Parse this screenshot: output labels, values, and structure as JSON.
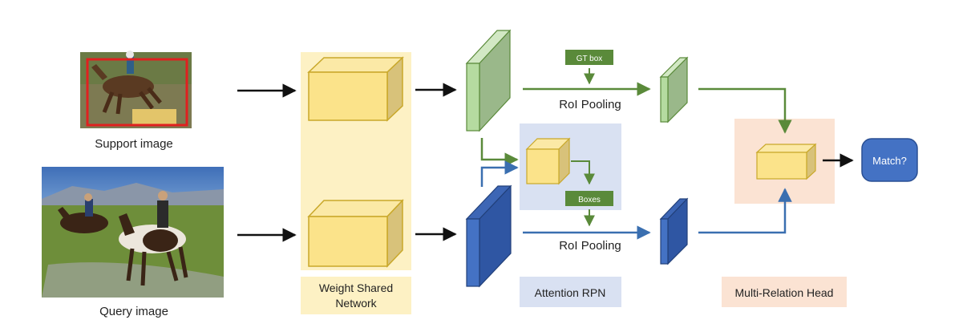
{
  "images": {
    "support": {
      "caption": "Support image"
    },
    "query": {
      "caption": "Query image"
    }
  },
  "modules": {
    "backbone": {
      "label_line1": "Weight Shared",
      "label_line2": "Network"
    },
    "rpn": {
      "label": "Attention RPN"
    },
    "head": {
      "label": "Multi-Relation Head"
    }
  },
  "ops": {
    "gt_box": "GT box",
    "boxes": "Boxes",
    "roi_top": "RoI Pooling",
    "roi_bottom": "RoI Pooling",
    "match": "Match?"
  },
  "colors": {
    "green": "#5a8a3a",
    "green_face": "#a9cf95",
    "blue": "#3a6fb0",
    "blue_face": "#2f56a3",
    "cube": "#fbe38a",
    "cube_edge": "#c9a82a",
    "backbone_bg": "#fdf1c4",
    "rpn_bg": "#d9e1f2",
    "head_bg": "#fbe3d3",
    "match_bg": "#4472c4"
  }
}
